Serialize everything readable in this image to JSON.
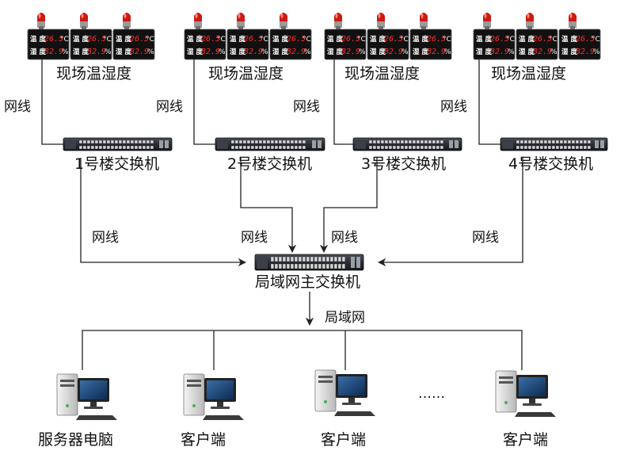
{
  "sensor_groups": [
    {
      "caption": "现场温湿度",
      "cable_label": "网线",
      "switch_label": "1号楼交换机",
      "uplink_label": "网线"
    },
    {
      "caption": "现场温湿度",
      "cable_label": "网线",
      "switch_label": "2号楼交换机",
      "uplink_label": "网线"
    },
    {
      "caption": "现场温湿度",
      "cable_label": "网线",
      "switch_label": "3号楼交换机",
      "uplink_label": "网线"
    },
    {
      "caption": "现场温湿度",
      "cable_label": "网线",
      "switch_label": "4号楼交换机",
      "uplink_label": "网线"
    }
  ],
  "sensor_display": {
    "temp_key": "温 度",
    "temp_value": "26.5",
    "temp_unit": "°C",
    "hum_key": "湿 度",
    "hum_value": "82.9",
    "hum_unit": "%"
  },
  "core_switch_label": "局域网主交换机",
  "lan_label": "局域网",
  "terminals": [
    {
      "label": "服务器电脑"
    },
    {
      "label": "客户端"
    },
    {
      "label": "客户端"
    },
    {
      "label": "客户端"
    }
  ],
  "ellipsis": "……",
  "colors": {
    "line": "#222222",
    "display_bg": "#111111",
    "digits": "#ff3030",
    "alarm_red": "#cc1a12",
    "switch_body": "#2a2d33"
  }
}
